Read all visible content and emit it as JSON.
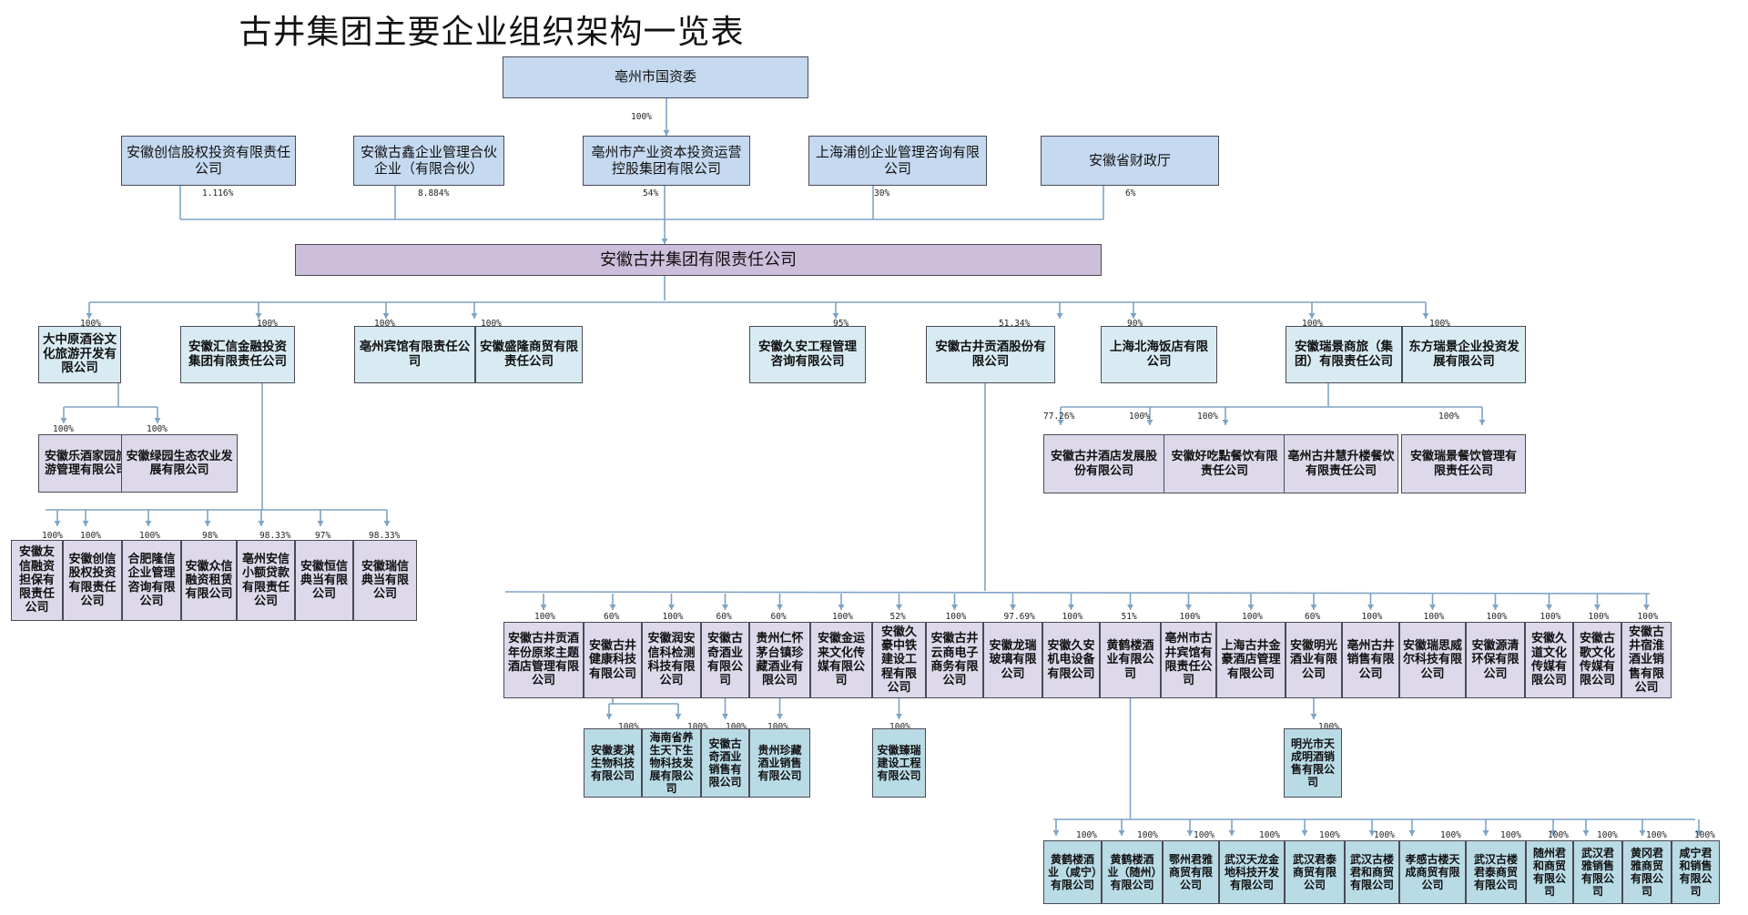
{
  "title": "古井集团主要企业组织架构一览表",
  "colors": {
    "line": "#7fa3c6",
    "top": "#c5d9f0",
    "root": "#cdbfdc",
    "level1": "#d8ebf3",
    "level2": "#ddd9ea",
    "level3": "#b9dbe6"
  },
  "nodes": {
    "sasac": "亳州市国资委",
    "shareholders": [
      {
        "name": "安徽创信股权投资有限责任公司",
        "pct": "1.116%"
      },
      {
        "name": "安徽古鑫企业管理合伙企业（有限合伙）",
        "pct": "8.884%"
      },
      {
        "name": "亳州市产业资本投资运营控股集团有限公司",
        "pct": "54%",
        "parent_pct": "100%"
      },
      {
        "name": "上海浦创企业管理咨询有限公司",
        "pct": "30%"
      },
      {
        "name": "安徽省财政厅",
        "pct": "6%"
      }
    ],
    "root": "安徽古井集团有限责任公司",
    "level1": [
      {
        "name": "大中原酒谷文化旅游开发有限公司",
        "pct": "100%"
      },
      {
        "name": "安徽汇信金融投资集团有限责任公司",
        "pct": "100%"
      },
      {
        "name": "亳州宾馆有限责任公司",
        "pct": "100%"
      },
      {
        "name": "安徽盛隆商贸有限责任公司",
        "pct": "100%"
      },
      {
        "name": "安徽久安工程管理咨询有限公司",
        "pct": "95%"
      },
      {
        "name": "安徽古井贡酒股份有限公司",
        "pct": "51.34%"
      },
      {
        "name": "上海北海饭店有限公司",
        "pct": "90%"
      },
      {
        "name": "安徽瑞景商旅（集团）有限责任公司",
        "pct": "100%"
      },
      {
        "name": "东方瑞景企业投资发展有限公司",
        "pct": "100%"
      }
    ],
    "dazhongyuan_subs": [
      {
        "name": "安徽乐酒家园旅游管理有限公司",
        "pct": "100%"
      },
      {
        "name": "安徽绿园生态农业发展有限公司",
        "pct": "100%"
      }
    ],
    "huixin_subs": [
      {
        "name": "安徽友信融资担保有限责任公司",
        "pct": "100%"
      },
      {
        "name": "安徽创信股权投资有限责任公司",
        "pct": "100%"
      },
      {
        "name": "合肥隆信企业管理咨询有限公司",
        "pct": "100%"
      },
      {
        "name": "安徽众信融资租赁有限公司",
        "pct": "98%"
      },
      {
        "name": "亳州安信小额贷款有限责任公司",
        "pct": "98.33%"
      },
      {
        "name": "安徽恒信典当有限公司",
        "pct": "97%"
      },
      {
        "name": "安徽瑞信典当有限公司",
        "pct": "98.33%"
      }
    ],
    "ruijing_subs": [
      {
        "name": "安徽古井酒店发展股份有限公司",
        "pct": "77.26%"
      },
      {
        "name": "安徽好吃點餐饮有限责任公司",
        "pct": "100%"
      },
      {
        "name": "亳州古井慧升楼餐饮有限责任公司",
        "pct": "100%"
      },
      {
        "name": "安徽瑞景餐饮管理有限责任公司",
        "pct": "100%"
      }
    ],
    "gongjiu_subs": [
      {
        "name": "安徽古井贡酒年份原浆主题酒店管理有限公司",
        "pct": "100%"
      },
      {
        "name": "安徽古井健康科技有限公司",
        "pct": "60%"
      },
      {
        "name": "安徽润安信科检测科技有限公司",
        "pct": "100%"
      },
      {
        "name": "安徽古奇酒业有限公司",
        "pct": "60%"
      },
      {
        "name": "贵州仁怀茅台镇珍藏酒业有限公司",
        "pct": "60%"
      },
      {
        "name": "安徽金运来文化传媒有限公司",
        "pct": "100%"
      },
      {
        "name": "安徽久豪中铁建设工程有限公司",
        "pct": "52%"
      },
      {
        "name": "安徽古井云商电子商务有限公司",
        "pct": "100%"
      },
      {
        "name": "安徽龙瑞玻璃有限公司",
        "pct": "97.69%"
      },
      {
        "name": "安徽久安机电设备有限公司",
        "pct": "100%"
      },
      {
        "name": "黄鹤楼酒业有限公司",
        "pct": "51%"
      },
      {
        "name": "亳州市古井宾馆有限责任公司",
        "pct": "100%"
      },
      {
        "name": "上海古井金豪酒店管理有限公司",
        "pct": "100%"
      },
      {
        "name": "安徽明光酒业有限公司",
        "pct": "60%"
      },
      {
        "name": "亳州古井销售有限公司",
        "pct": "100%"
      },
      {
        "name": "安徽瑞思威尔科技有限公司",
        "pct": "100%"
      },
      {
        "name": "安徽源清环保有限公司",
        "pct": "100%"
      },
      {
        "name": "安徽久道文化传媒有限公司",
        "pct": "100%"
      },
      {
        "name": "安徽古歌文化传媒有限公司",
        "pct": "100%"
      },
      {
        "name": "安徽古井宿淮酒业销售有限公司",
        "pct": "100%"
      }
    ],
    "health_subs": [
      {
        "name": "安徽麦淇生物科技有限公司",
        "pct": "100%"
      },
      {
        "name": "海南省养生天下生物科技发展有限公司",
        "pct": "100%"
      }
    ],
    "guqi_subs": [
      {
        "name": "安徽古奇酒业销售有限公司",
        "pct": "100%"
      }
    ],
    "renhuai_subs": [
      {
        "name": "贵州珍藏酒业销售有限公司",
        "pct": "100%"
      }
    ],
    "jiuhao_subs": [
      {
        "name": "安徽臻瑞建设工程有限公司",
        "pct": "100%"
      }
    ],
    "mingguang_subs": [
      {
        "name": "明光市天成明酒销售有限公司",
        "pct": "100%"
      }
    ],
    "huanghelou_subs": [
      {
        "name": "黄鹤楼酒业（咸宁）有限公司",
        "pct": "100%"
      },
      {
        "name": "黄鹤楼酒业（随州）有限公司",
        "pct": "100%"
      },
      {
        "name": "鄂州君雅商贸有限公司",
        "pct": "100%"
      },
      {
        "name": "武汉天龙金地科技开发有限公司",
        "pct": "100%"
      },
      {
        "name": "武汉君泰商贸有限公司",
        "pct": "100%"
      },
      {
        "name": "武汉古楼君和商贸有限公司",
        "pct": "100%"
      },
      {
        "name": "孝感古楼天成商贸有限公司",
        "pct": "100%"
      },
      {
        "name": "武汉古楼君泰商贸有限公司",
        "pct": "100%"
      },
      {
        "name": "随州君和商贸有限公司",
        "pct": "100%"
      },
      {
        "name": "武汉君雅销售有限公司",
        "pct": "100%"
      },
      {
        "name": "黄冈君雅商贸有限公司",
        "pct": "100%"
      },
      {
        "name": "咸宁君和销售有限公司",
        "pct": "100%"
      }
    ]
  }
}
